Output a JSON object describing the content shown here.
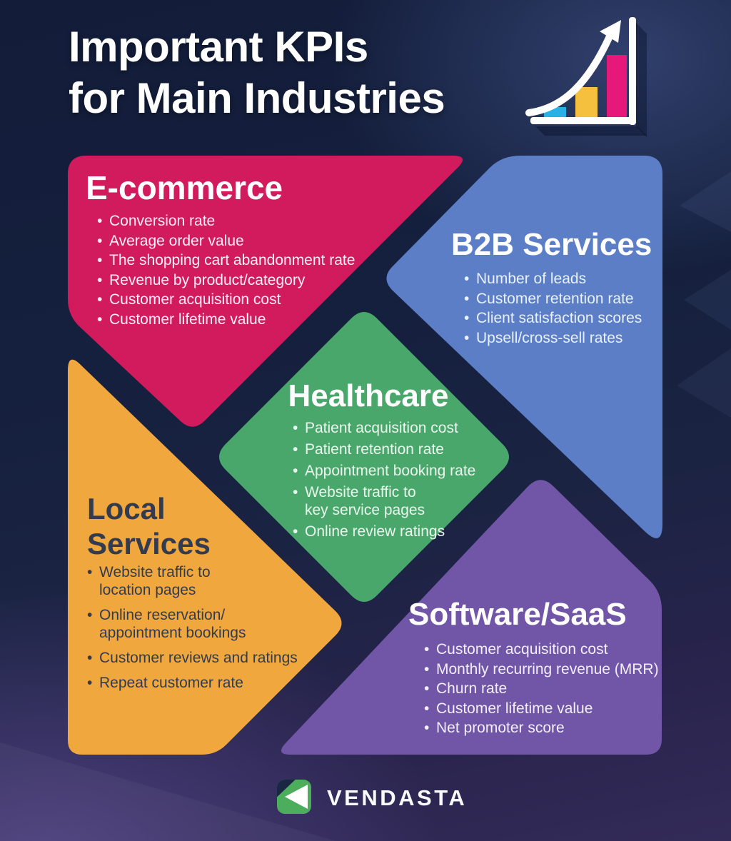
{
  "header": {
    "title_line1": "Important KPIs",
    "title_line2": "for Main Industries"
  },
  "decor": {
    "growth_chart_icon": {
      "bar_colors": [
        "#29b1e6",
        "#f4c03e",
        "#e6197b"
      ],
      "axis_color": "#ffffff"
    }
  },
  "sections": {
    "ecommerce": {
      "title": "E-commerce",
      "color": "#d11b5c",
      "items": [
        "Conversion rate",
        "Average order value",
        "The shopping cart abandonment rate",
        "Revenue by product/category",
        "Customer acquisition cost",
        "Customer lifetime value"
      ]
    },
    "b2b": {
      "title": "B2B Services",
      "color": "#5b7ec6",
      "items": [
        "Number of leads",
        "Customer retention rate",
        "Client satisfaction scores",
        "Upsell/cross-sell rates"
      ]
    },
    "healthcare": {
      "title": "Healthcare",
      "color": "#4aa76b",
      "items": [
        "Patient acquisition cost",
        "Patient retention rate",
        "Appointment booking rate",
        "Website traffic to\nkey service pages",
        "Online review ratings"
      ]
    },
    "local_services": {
      "title": "Local Services",
      "color": "#f0a73d",
      "items": [
        "Website traffic to\nlocation pages",
        "Online reservation/\nappointment bookings",
        "Customer reviews and ratings",
        "Repeat customer rate"
      ]
    },
    "software_saas": {
      "title": "Software/SaaS",
      "color": "#7156a8",
      "items": [
        "Customer acquisition cost",
        "Monthly recurring revenue (MRR)",
        "Churn rate",
        "Customer lifetime value",
        "Net promoter score"
      ]
    }
  },
  "footer": {
    "brand": "VENDASTA",
    "logo_color": "#4cad5c"
  }
}
